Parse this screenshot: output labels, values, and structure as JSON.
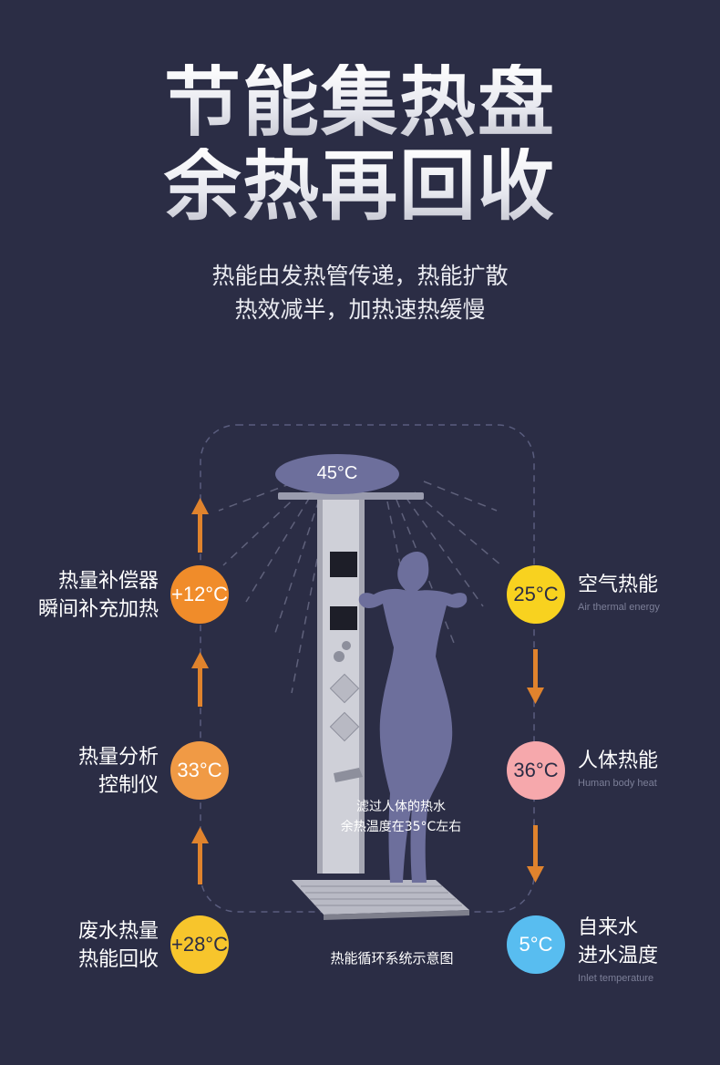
{
  "title": {
    "line1": "节能集热盘",
    "line2": "余热再回收"
  },
  "subtitle": {
    "line1": "热能由发热管传递，热能扩散",
    "line2": "热效减半，加热速热缓慢"
  },
  "shower_temp": "45°C",
  "left_nodes": [
    {
      "label_line1": "热量补偿器",
      "label_line2": "瞬间补充加热",
      "value": "+12°C",
      "color": "#f08c2a"
    },
    {
      "label_line1": "热量分析",
      "label_line2": "控制仪",
      "value": "33°C",
      "color": "#f09a45"
    },
    {
      "label_line1": "废水热量",
      "label_line2": "热能回收",
      "value": "+28°C",
      "color": "#f7c52c"
    }
  ],
  "right_nodes": [
    {
      "label": "空气热能",
      "label_en": "Air thermal energy",
      "value": "25°C",
      "color": "#f8d21f"
    },
    {
      "label": "人体热能",
      "label_en": "Human body heat",
      "value": "36°C",
      "color": "#f6a8ac"
    },
    {
      "label_line1": "自来水",
      "label_line2": "进水温度",
      "label_en": "Inlet temperature",
      "value": "5°C",
      "color": "#58bdf0"
    }
  ],
  "body_note": {
    "line1": "滤过人体的热水",
    "line2": "余热温度在35°C左右"
  },
  "diagram_caption": "热能循环系统示意图",
  "colors": {
    "background": "#2b2d45",
    "figure": "#6d6f9c",
    "arrow": "#e0832d",
    "dashed": "#5a5d7e"
  }
}
